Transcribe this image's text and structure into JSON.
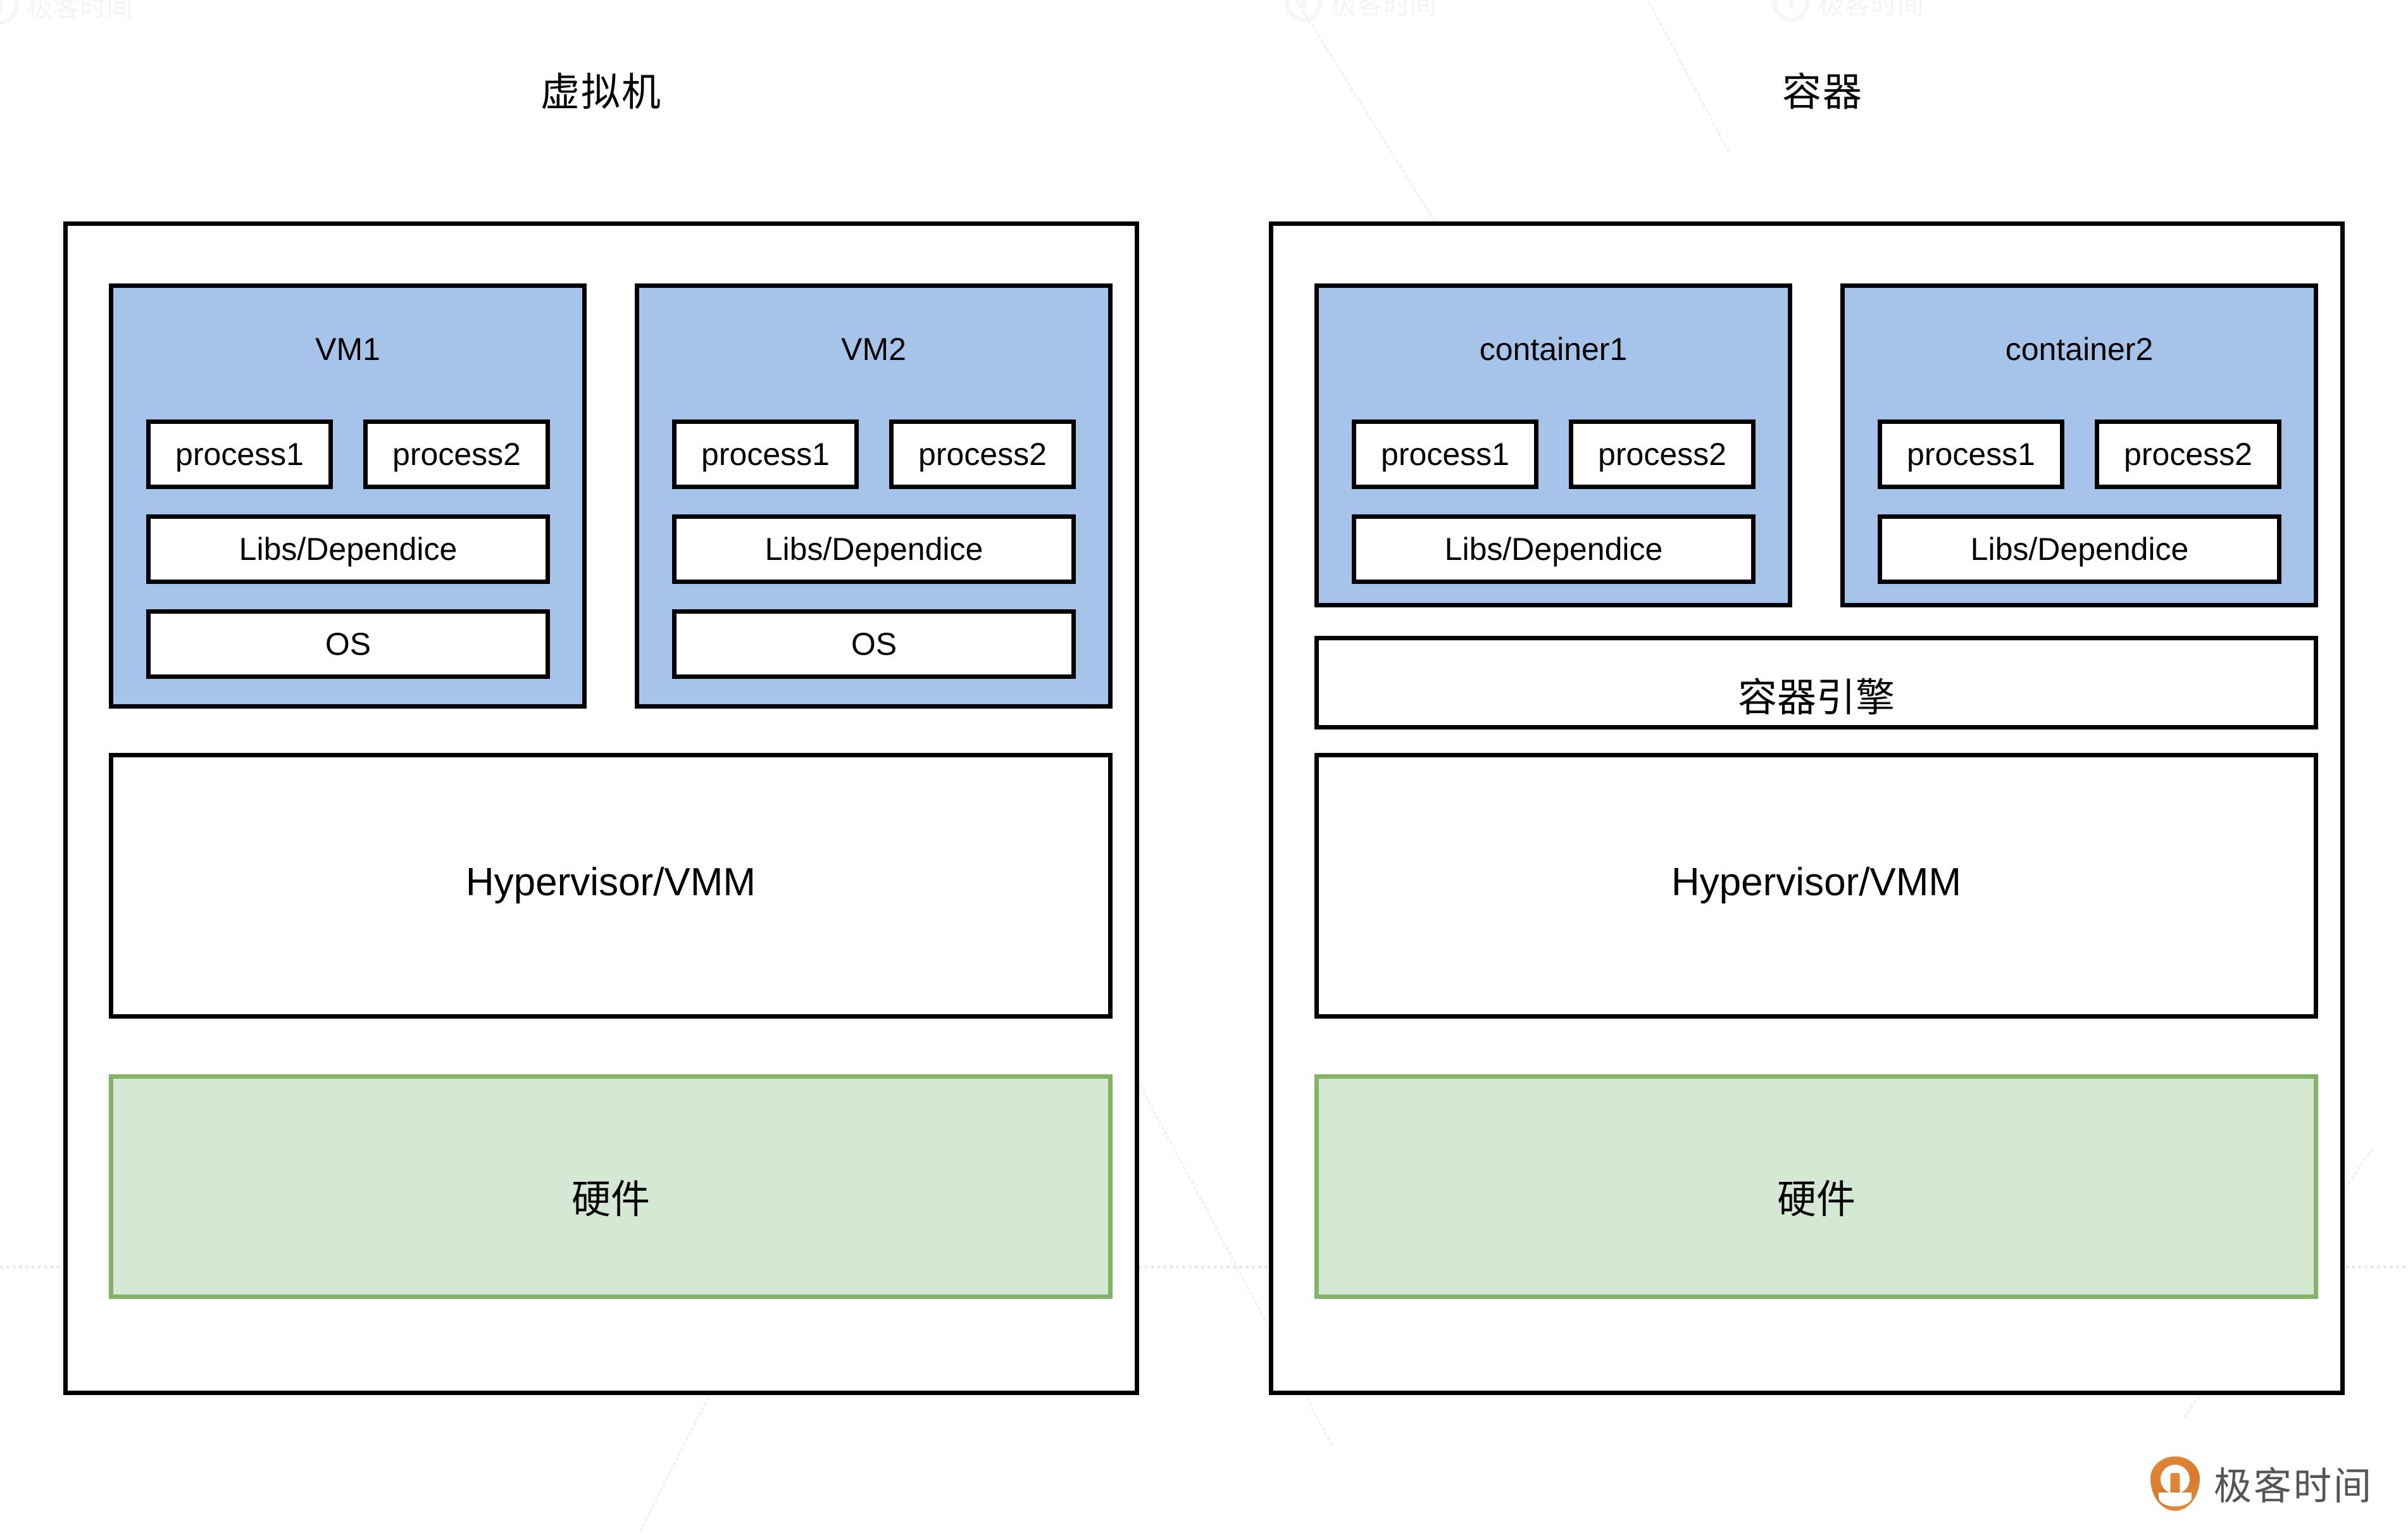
{
  "page": {
    "background": "#ffffff",
    "fill_blue": "#a6c3ea",
    "fill_green": "#d5e8d4",
    "border_green": "#82b366",
    "border_black": "#000000"
  },
  "columns": [
    {
      "id": "vm",
      "title": "虚拟机",
      "guests": [
        {
          "name": "VM1",
          "processes": [
            "process1",
            "process2"
          ],
          "libs": "Libs/Dependice",
          "os": "OS"
        },
        {
          "name": "VM2",
          "processes": [
            "process1",
            "process2"
          ],
          "libs": "Libs/Dependice",
          "os": "OS"
        }
      ],
      "engine": null,
      "hypervisor": "Hypervisor/VMM",
      "hardware": "硬件"
    },
    {
      "id": "container",
      "title": "容器",
      "guests": [
        {
          "name": "container1",
          "processes": [
            "process1",
            "process2"
          ],
          "libs": "Libs/Dependice",
          "os": null
        },
        {
          "name": "container2",
          "processes": [
            "process1",
            "process2"
          ],
          "libs": "Libs/Dependice",
          "os": null
        }
      ],
      "engine": "容器引擎",
      "hypervisor": "Hypervisor/VMM",
      "hardware": "硬件"
    }
  ],
  "watermark": {
    "text": "极客时间"
  },
  "brand": {
    "name": "极客时间",
    "mark_color": "#d97a2e",
    "text_color": "#555555"
  }
}
